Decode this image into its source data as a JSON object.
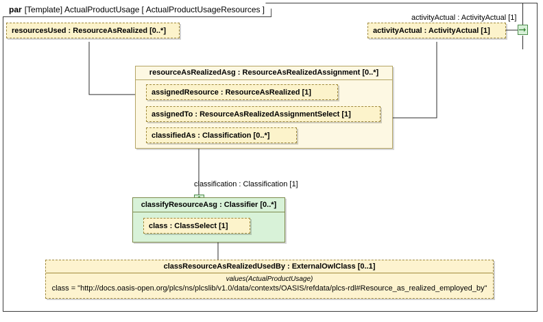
{
  "frame": {
    "keyword": "par",
    "template_tag": "[Template]",
    "template_name": "ActualProductUsage",
    "bracket_open": "[",
    "parameter_name": "ActualProductUsageResources",
    "bracket_close": "]"
  },
  "nodes": {
    "resources_used": {
      "label": "resourcesUsed : ResourceAsRealized [0..*]"
    },
    "activity_actual": {
      "label": "activityActual : ActivityActual [1]"
    },
    "resource_asg": {
      "header": "resourceAsRealizedAsg : ResourceAsRealizedAssignment [0..*]",
      "parts": [
        {
          "label": "assignedResource : ResourceAsRealized [1]"
        },
        {
          "label": "assignedTo : ResourceAsRealizedAssignmentSelect [1]"
        },
        {
          "label": "classifiedAs : Classification [0..*]"
        }
      ]
    },
    "classify_resource_asg": {
      "header": "classifyResourceAsg : Classifier [0..*]",
      "parts": [
        {
          "label": "class : ClassSelect [1]"
        }
      ]
    },
    "class_resource_used_by": {
      "header": "classResourceAsRealizedUsedBy : ExternalOwlClass [0..1]",
      "stereotype": "values(ActualProductUsage)",
      "assignment": "class = \"http://docs.oasis-open.org/plcs/ns/plcslib/v1.0/data/contexts/OASIS/refdata/plcs-rdl#Resource_as_realized_employed_by\""
    }
  },
  "edge_labels": {
    "activity_actual": "activityActual : ActivityActual [1]",
    "classification": "classification : Classification [1]"
  },
  "ports": {
    "activity_actual_port": {
      "icon": "arrow-right-icon"
    },
    "classification_port": {
      "icon": "arrow-up-icon"
    }
  },
  "colors": {
    "pill_fill": "#fcf3cb",
    "pill_border": "#a08a3c",
    "container_yellow_fill": "#fdf8e3",
    "container_yellow_border": "#b3a463",
    "container_green_fill": "#d8f2d8",
    "container_green_border": "#7d8a4c",
    "port_fill": "#d8f0d8",
    "port_border": "#4a8b4a",
    "wire": "#2b2b2b",
    "frame_border": "#3b3b3b"
  }
}
